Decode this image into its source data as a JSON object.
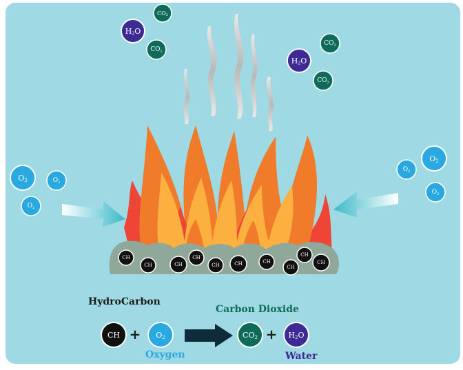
{
  "colors": {
    "background": "#9fd9e3",
    "o2": "#2aa8e0",
    "co2": "#0e6b5a",
    "h2o": "#3d2a94",
    "ch": "#111111",
    "arrow_in": "#4fc2d3",
    "flame_outer": "#f07b2a",
    "flame_inner": "#fbb040",
    "flame_red": "#ee4537",
    "rocks": "#8fa89a",
    "smoke": "#c9c9c9"
  },
  "molecules": {
    "o2": "O2",
    "co2": "CO2",
    "h2o": "H2O",
    "ch": "CH"
  },
  "labels": {
    "hydrocarbon": "HydroCarbon",
    "carbon_dioxide": "Carbon Dioxide",
    "oxygen": "Oxygen",
    "water": "Water"
  },
  "equation": {
    "plus": "+",
    "arrow_icon": "arrow-right-icon"
  }
}
